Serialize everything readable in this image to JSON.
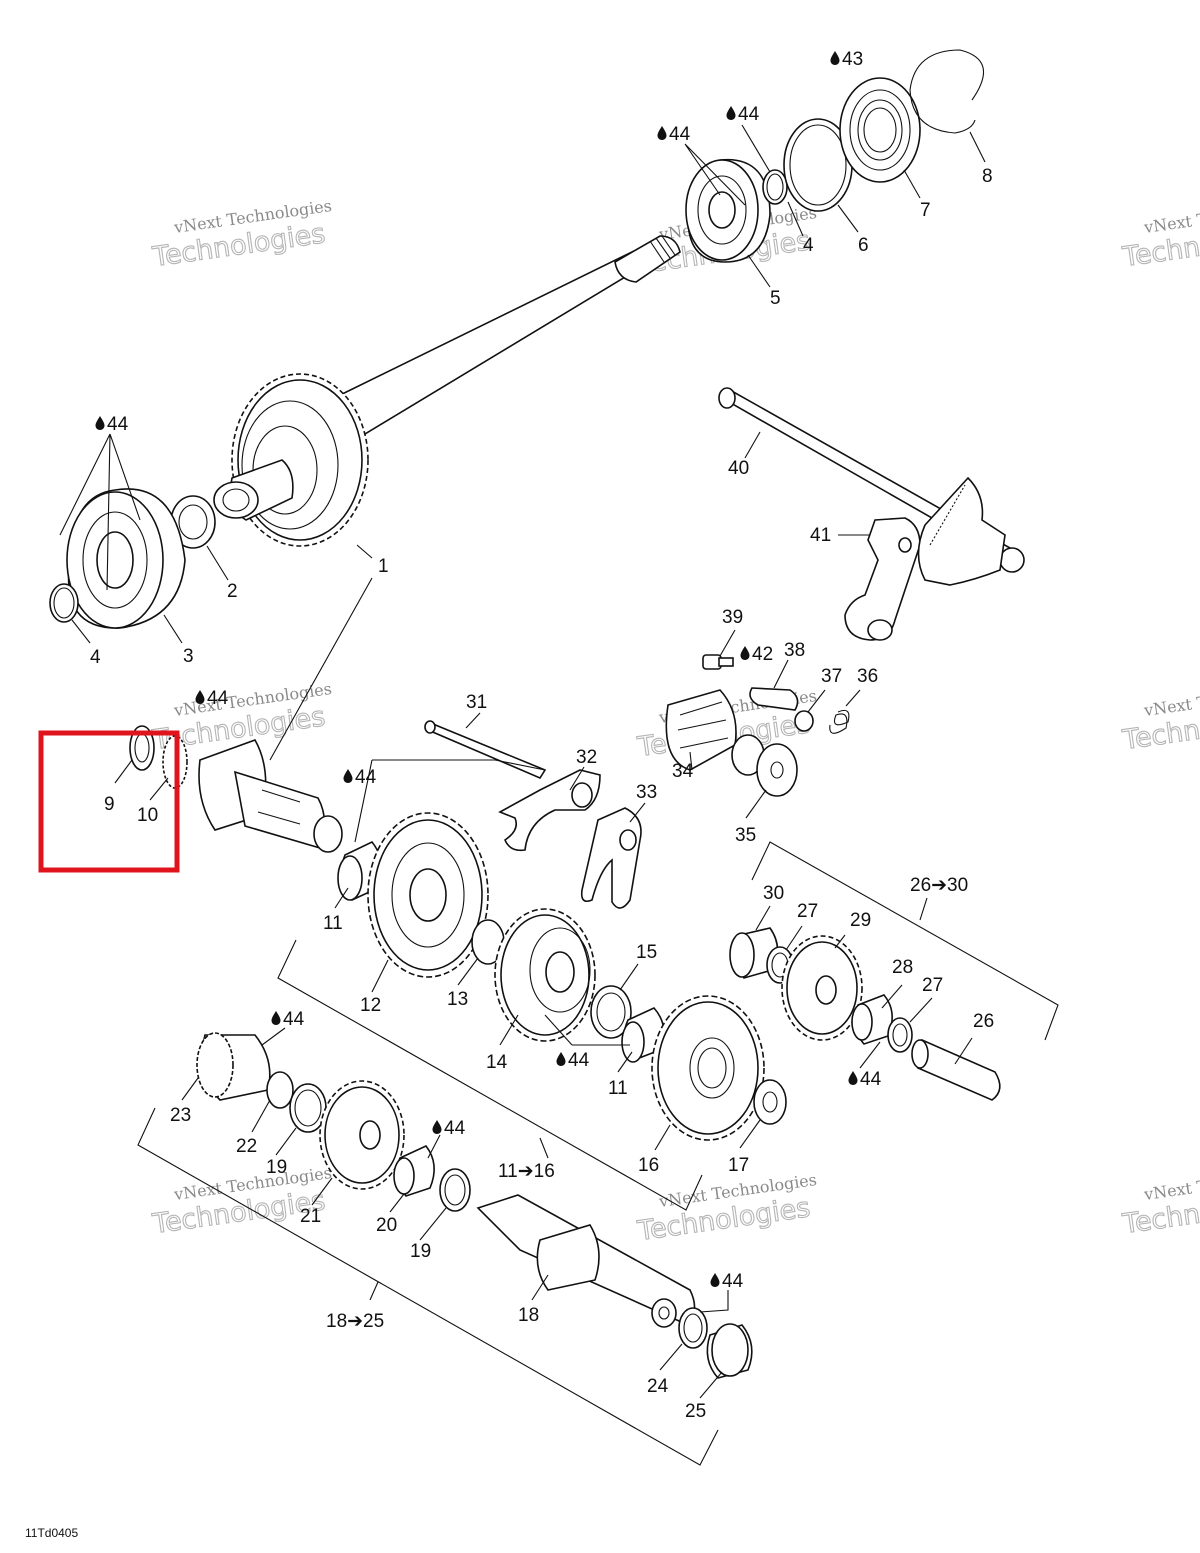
{
  "figure_ref": "11Td0405",
  "highlight": {
    "color": "#e0141c",
    "items": [
      "9",
      "10"
    ]
  },
  "watermark": {
    "line1": "vNext Technologies",
    "line2": "Technologies"
  },
  "lube_symbols": [
    {
      "id": "l43",
      "label": "43"
    },
    {
      "id": "l44a",
      "label": "44"
    },
    {
      "id": "l44b",
      "label": "44"
    },
    {
      "id": "l44c",
      "label": "44"
    },
    {
      "id": "l44d",
      "label": "44"
    },
    {
      "id": "l44e",
      "label": "44"
    },
    {
      "id": "l44f",
      "label": "44"
    },
    {
      "id": "l44g",
      "label": "44"
    },
    {
      "id": "l44h",
      "label": "44"
    },
    {
      "id": "l44i",
      "label": "44"
    },
    {
      "id": "l44j",
      "label": "44"
    },
    {
      "id": "l42",
      "label": "42"
    }
  ],
  "callouts": [
    {
      "id": "c1",
      "label": "1"
    },
    {
      "id": "c2",
      "label": "2"
    },
    {
      "id": "c3",
      "label": "3"
    },
    {
      "id": "c4a",
      "label": "4"
    },
    {
      "id": "c4b",
      "label": "4"
    },
    {
      "id": "c5",
      "label": "5"
    },
    {
      "id": "c6",
      "label": "6"
    },
    {
      "id": "c7",
      "label": "7"
    },
    {
      "id": "c8",
      "label": "8"
    },
    {
      "id": "c9",
      "label": "9"
    },
    {
      "id": "c10",
      "label": "10"
    },
    {
      "id": "c11a",
      "label": "11"
    },
    {
      "id": "c11b",
      "label": "11"
    },
    {
      "id": "c12",
      "label": "12"
    },
    {
      "id": "c13",
      "label": "13"
    },
    {
      "id": "c14",
      "label": "14"
    },
    {
      "id": "c15",
      "label": "15"
    },
    {
      "id": "c16",
      "label": "16"
    },
    {
      "id": "c17",
      "label": "17"
    },
    {
      "id": "c18",
      "label": "18"
    },
    {
      "id": "c19a",
      "label": "19"
    },
    {
      "id": "c19b",
      "label": "19"
    },
    {
      "id": "c20",
      "label": "20"
    },
    {
      "id": "c21",
      "label": "21"
    },
    {
      "id": "c22",
      "label": "22"
    },
    {
      "id": "c23",
      "label": "23"
    },
    {
      "id": "c24",
      "label": "24"
    },
    {
      "id": "c25",
      "label": "25"
    },
    {
      "id": "c26",
      "label": "26"
    },
    {
      "id": "c27a",
      "label": "27"
    },
    {
      "id": "c27b",
      "label": "27"
    },
    {
      "id": "c28",
      "label": "28"
    },
    {
      "id": "c29",
      "label": "29"
    },
    {
      "id": "c30",
      "label": "30"
    },
    {
      "id": "c31",
      "label": "31"
    },
    {
      "id": "c32",
      "label": "32"
    },
    {
      "id": "c33",
      "label": "33"
    },
    {
      "id": "c34",
      "label": "34"
    },
    {
      "id": "c35",
      "label": "35"
    },
    {
      "id": "c36",
      "label": "36"
    },
    {
      "id": "c37",
      "label": "37"
    },
    {
      "id": "c38",
      "label": "38"
    },
    {
      "id": "c39",
      "label": "39"
    },
    {
      "id": "c40",
      "label": "40"
    },
    {
      "id": "c41",
      "label": "41"
    }
  ],
  "groups": [
    {
      "id": "g2630",
      "label": "26➔30"
    },
    {
      "id": "g1116",
      "label": "11➔16"
    },
    {
      "id": "g1825",
      "label": "18➔25"
    }
  ]
}
